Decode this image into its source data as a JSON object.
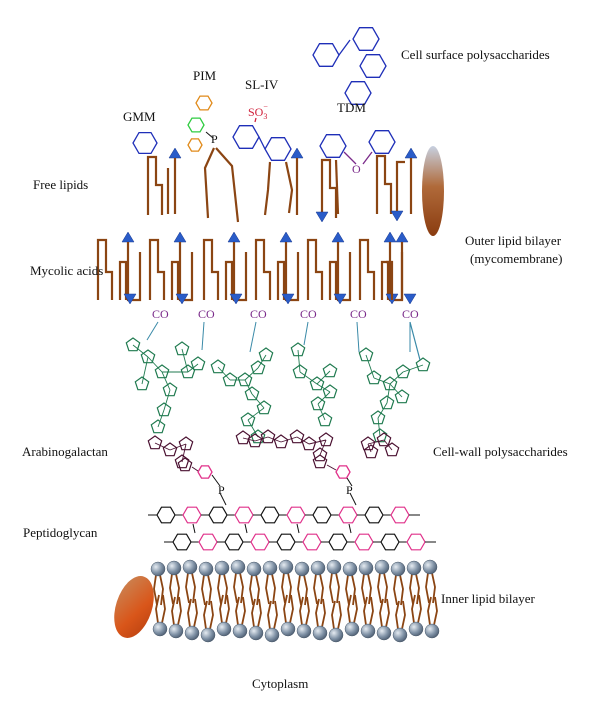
{
  "labels": {
    "cell_surface": "Cell surface polysaccharides",
    "pim": "PIM",
    "sl_iv": "SL-IV",
    "gmm": "GMM",
    "tdm": "TDM",
    "so3": "SO",
    "so3_sub": "3",
    "so3_sup": "−",
    "p_pim": "P",
    "o_tdm": "O",
    "free_lipids": "Free lipids",
    "outer_bilayer_1": "Outer lipid bilayer",
    "outer_bilayer_2": "(mycomembrane)",
    "mycolic": "Mycolic acids",
    "co": "CO",
    "arabinogalactan": "Arabinogalactan",
    "cellwall": "Cell-wall polysaccharides",
    "p_pg": "P",
    "peptidoglycan": "Peptidoglycan",
    "inner_bilayer": "Inner lipid bilayer",
    "cytoplasm": "Cytoplasm"
  },
  "colors": {
    "lipid": "#8B4513",
    "blue": "#1f2fb8",
    "triangle": "#2a5cc8",
    "pim_orange": "#e08a1a",
    "pim_green": "#2ecc40",
    "so3": "#d0203a",
    "purple": "#7a2a8a",
    "green": "#1f7a4f",
    "darkpurple": "#4a1030",
    "magenta": "#e0308a",
    "black": "#111111",
    "teal": "#3a8aa8",
    "head": "#7f93a8"
  },
  "icons": {
    "top_protein": "brown-ellipse-protein",
    "bottom_protein": "orange-ellipse-protein"
  }
}
